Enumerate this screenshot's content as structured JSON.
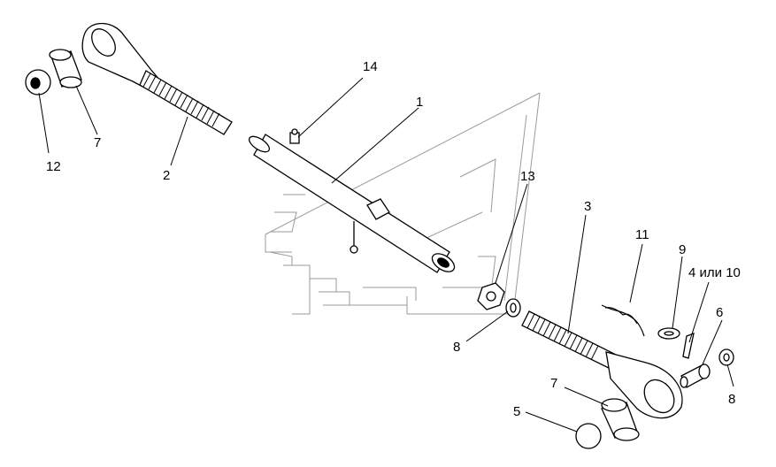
{
  "callouts": [
    {
      "id": "c12",
      "text": "12"
    },
    {
      "id": "c7a",
      "text": "7"
    },
    {
      "id": "c2",
      "text": "2"
    },
    {
      "id": "c14",
      "text": "14"
    },
    {
      "id": "c1",
      "text": "1"
    },
    {
      "id": "c13",
      "text": "13"
    },
    {
      "id": "c3",
      "text": "3"
    },
    {
      "id": "c11",
      "text": "11"
    },
    {
      "id": "c9",
      "text": "9"
    },
    {
      "id": "c4or10",
      "text": "4 или 10"
    },
    {
      "id": "c6",
      "text": "6"
    },
    {
      "id": "c8a",
      "text": "8"
    },
    {
      "id": "c8b",
      "text": "8"
    },
    {
      "id": "c7b",
      "text": "7"
    },
    {
      "id": "c5",
      "text": "5"
    }
  ],
  "colors": {
    "line": "#000000",
    "watermark": "#9a9a9a",
    "background": "#ffffff"
  }
}
